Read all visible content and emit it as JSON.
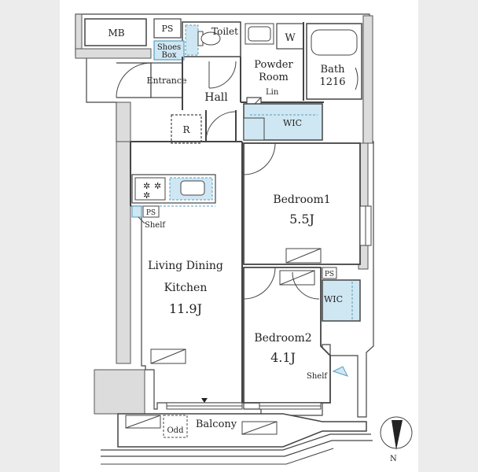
{
  "labels": {
    "mb": "MB",
    "ps_top": "PS",
    "toilet": "Toilet",
    "w": "W",
    "shoes_line1": "Shoes",
    "shoes_line2": "Box",
    "entrance": "Entrance",
    "powder_line1": "Powder",
    "powder_line2": "Room",
    "bath_line1": "Bath",
    "bath_line2": "1216",
    "hall": "Hall",
    "lin": "Lin",
    "wic_top": "WIC",
    "r": "R",
    "ps_kitchen": "PS",
    "shelf_kitchen": "Shelf",
    "bedroom1_name": "Bedroom1",
    "bedroom1_size": "5.5J",
    "ldk_line1": "Living Dining",
    "ldk_line2": "Kitchen",
    "ldk_size": "11.9J",
    "ps_bed2": "PS",
    "wic_bed2": "WIC",
    "bedroom2_name": "Bedroom2",
    "bedroom2_size": "4.1J",
    "shelf_bed2": "Shelf",
    "odd": "Odd",
    "balcony": "Balcony",
    "north": "N"
  },
  "colors": {
    "page": "#ececec",
    "paper": "#ffffff",
    "wall": "#444444",
    "fixture": "#cfe7f2",
    "fixture_line": "#5a9ec0",
    "dark_wall": "#dcdcdc"
  }
}
